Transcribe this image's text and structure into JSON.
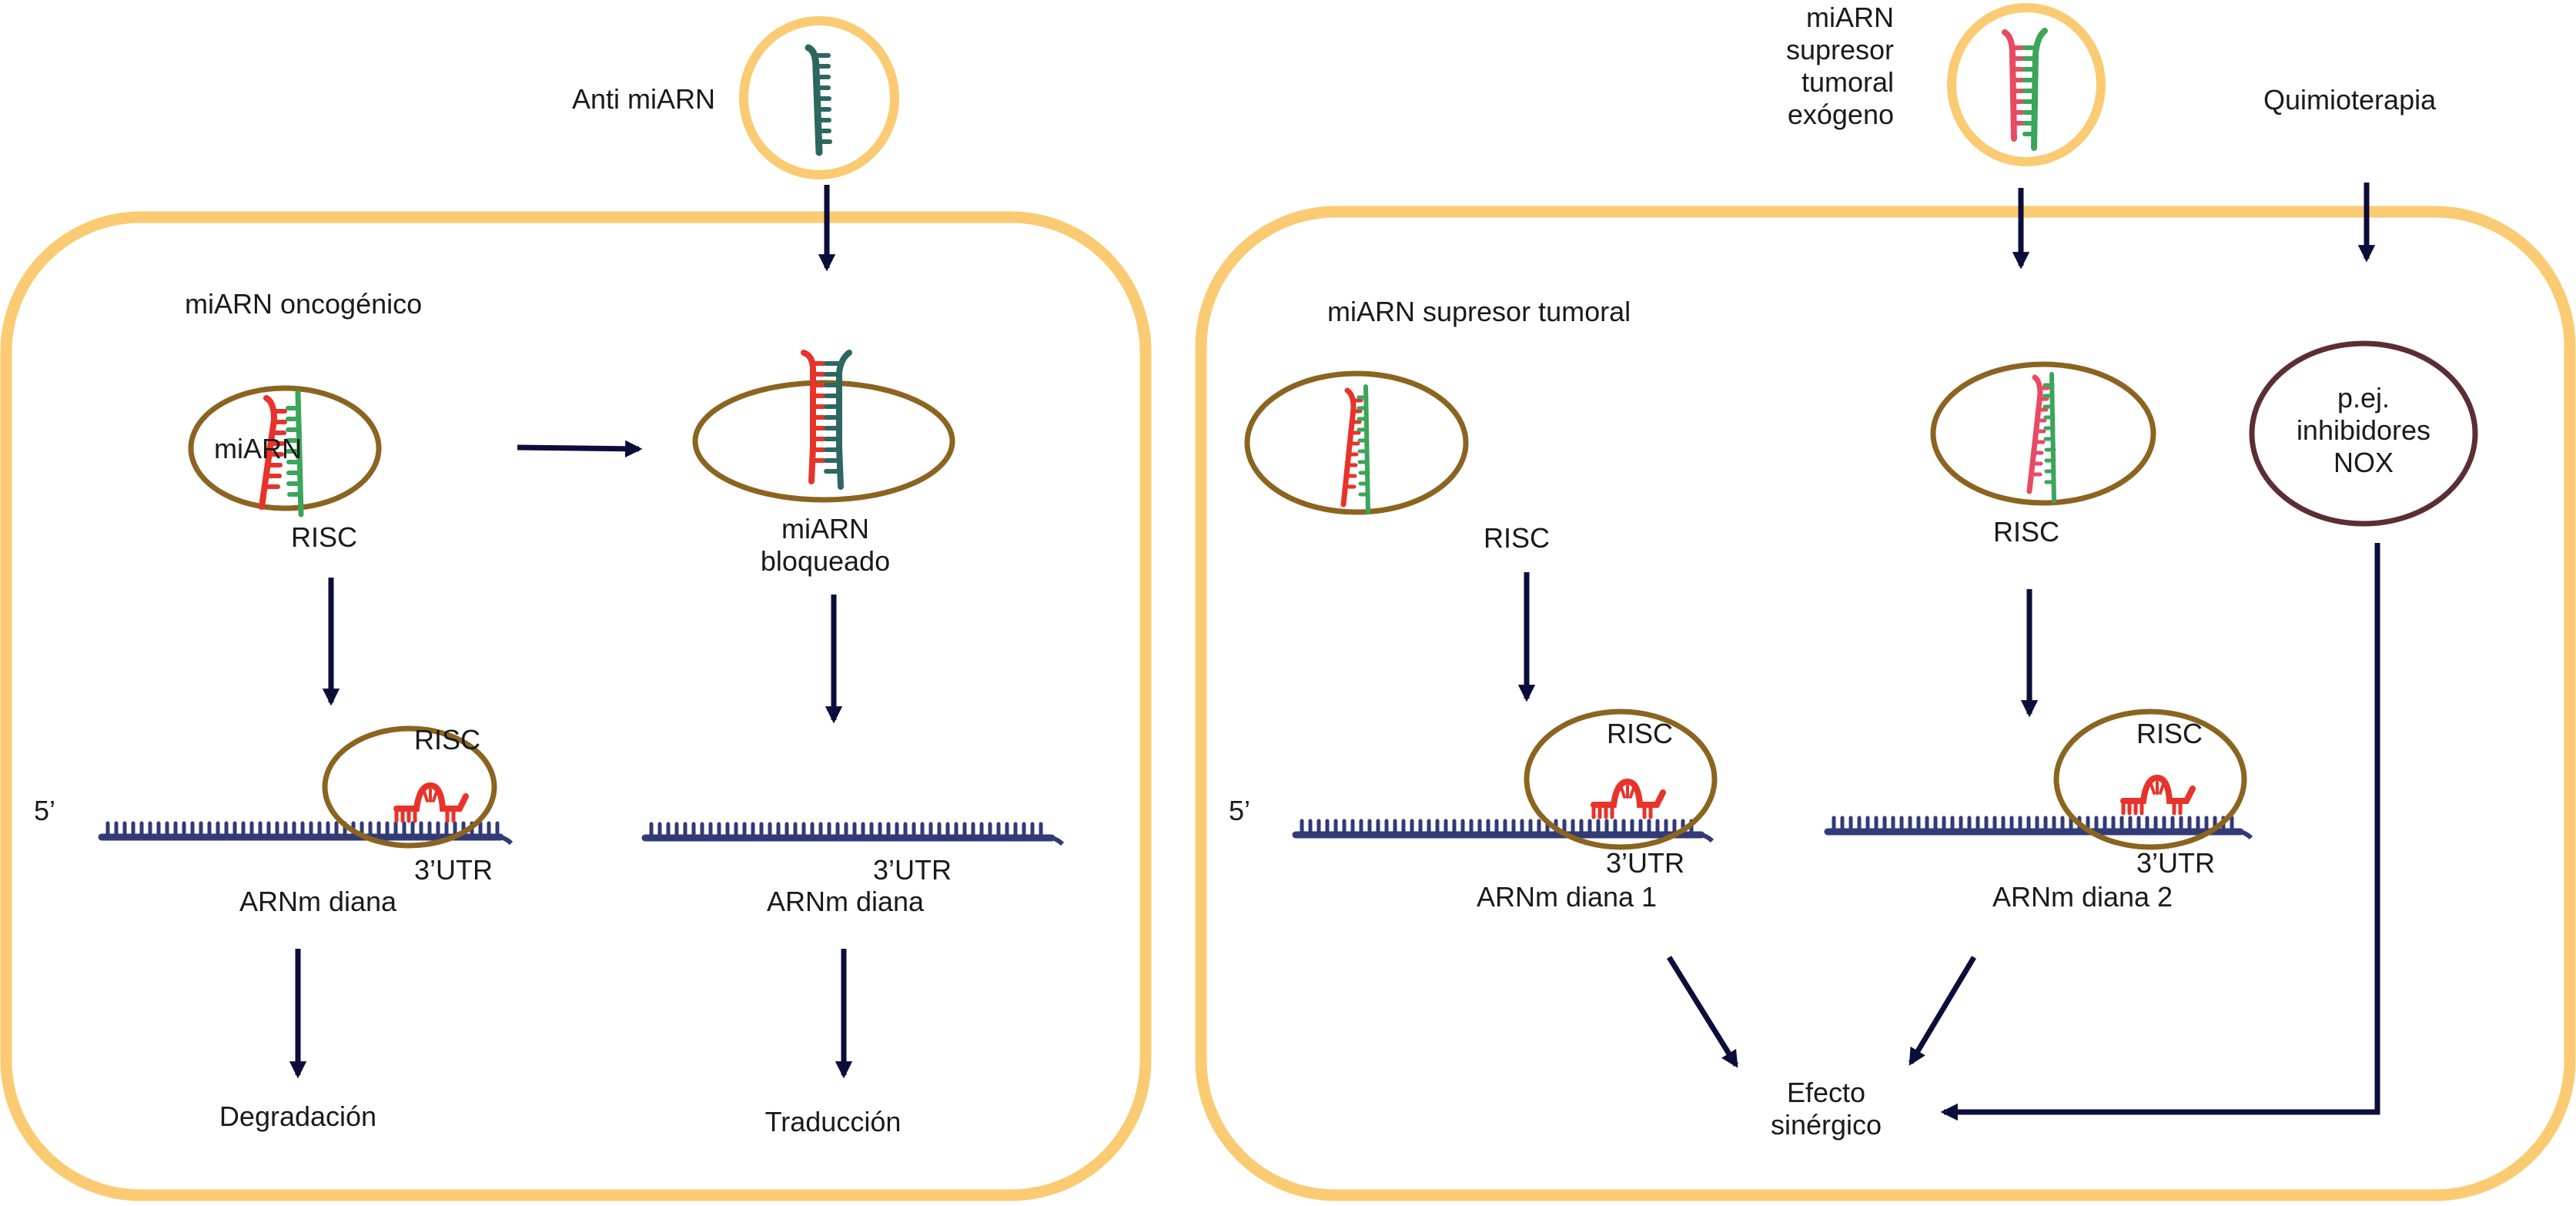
{
  "colors": {
    "cell_membrane": "#FACB72",
    "risc": "#8B6420",
    "nox_circle": "#5C2E33",
    "arrow": "#0B0D3A",
    "mrna": "#323A78",
    "mirna_onco": "#E8332A",
    "mirna_supp": "#E84A64",
    "strand_green": "#3BA55A",
    "anti_mirna": "#2E6660",
    "text": "#1a1a1a"
  },
  "left_panel": {
    "input_label": "Anti miARN",
    "title": "miARN oncogénico",
    "risc_inner_label": "miARN",
    "risc_label": "RISC",
    "blocked_label": "miARN\nbloqueado",
    "prime5": "5’",
    "bound_risc_label": "RISC",
    "utr_label_1": "3’UTR",
    "utr_label_2": "3’UTR",
    "target_label_1": "ARNm diana",
    "target_label_2": "ARNm diana",
    "outcome_1": "Degradación",
    "outcome_2": "Traducción"
  },
  "right_panel": {
    "input_label": "miARN\nsupresor\ntumoral\nexógeno",
    "chemo_label": "Quimioterapia",
    "title": "miARN supresor tumoral",
    "risc_label_1": "RISC",
    "risc_label_2": "RISC",
    "nox_label": "p.ej.\ninhibidores\nNOX",
    "prime5": "5’",
    "bound_risc_label_1": "RISC",
    "bound_risc_label_2": "RISC",
    "utr_label_1": "3’UTR",
    "utr_label_2": "3’UTR",
    "target_label_1": "ARNm diana 1",
    "target_label_2": "ARNm diana 2",
    "outcome": "Efecto\nsinérgico"
  }
}
